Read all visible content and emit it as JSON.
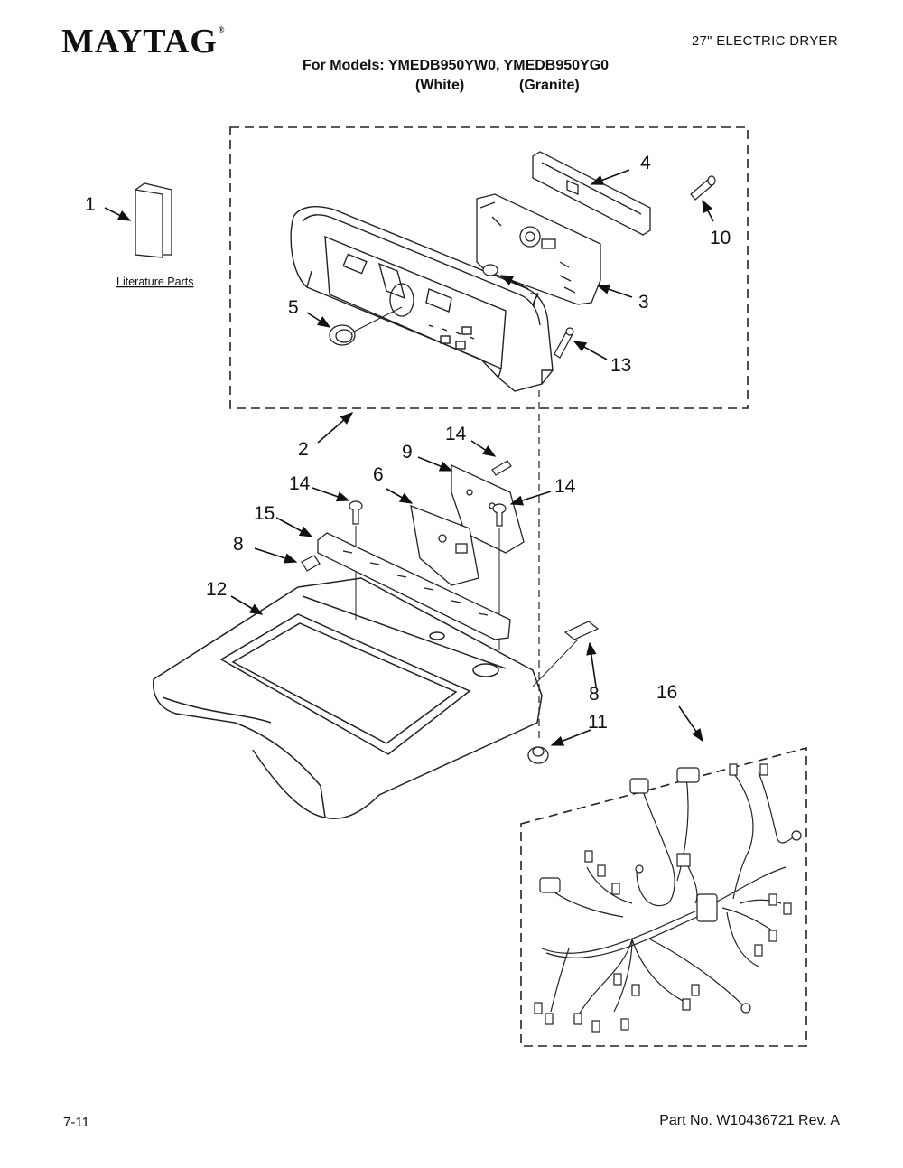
{
  "header": {
    "brand": "MAYTAG",
    "brand_mark": "®",
    "product": "27\" ELECTRIC DRYER",
    "models_line": "For Models: YMEDB950YW0, YMEDB950YG0",
    "variant_white": "(White)",
    "variant_granite": "(Granite)"
  },
  "diagram": {
    "literature_label": "Literature Parts",
    "callouts": {
      "c1": "1",
      "c2": "2",
      "c3": "3",
      "c4": "4",
      "c5": "5",
      "c6": "6",
      "c7": "7",
      "c8a": "8",
      "c8b": "8",
      "c9": "9",
      "c10": "10",
      "c11": "11",
      "c12": "12",
      "c13": "13",
      "c14a": "14",
      "c14b": "14",
      "c14c": "14",
      "c15": "15",
      "c16": "16"
    }
  },
  "footer": {
    "page": "7-11",
    "part_number": "Part No. W10436721 Rev. A"
  }
}
